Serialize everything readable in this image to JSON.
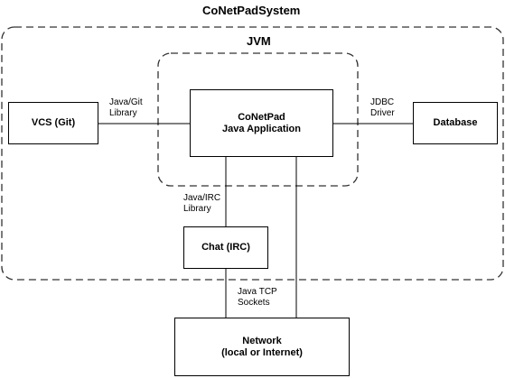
{
  "title": "CoNetPadSystem",
  "containers": {
    "jvm": {
      "label": "JVM"
    }
  },
  "boxes": {
    "vcs": {
      "label": "VCS (Git)"
    },
    "app": {
      "line1": "CoNetPad",
      "line2": "Java Application"
    },
    "database": {
      "label": "Database"
    },
    "chat": {
      "label": "Chat (IRC)"
    },
    "network": {
      "line1": "Network",
      "line2": "(local or Internet)"
    }
  },
  "edge_labels": {
    "git": {
      "line1": "Java/Git",
      "line2": "Library"
    },
    "jdbc": {
      "line1": "JDBC",
      "line2": "Driver"
    },
    "irc": {
      "line1": "Java/IRC",
      "line2": "Library"
    },
    "tcp": {
      "line1": "Java TCP",
      "line2": "Sockets"
    }
  }
}
